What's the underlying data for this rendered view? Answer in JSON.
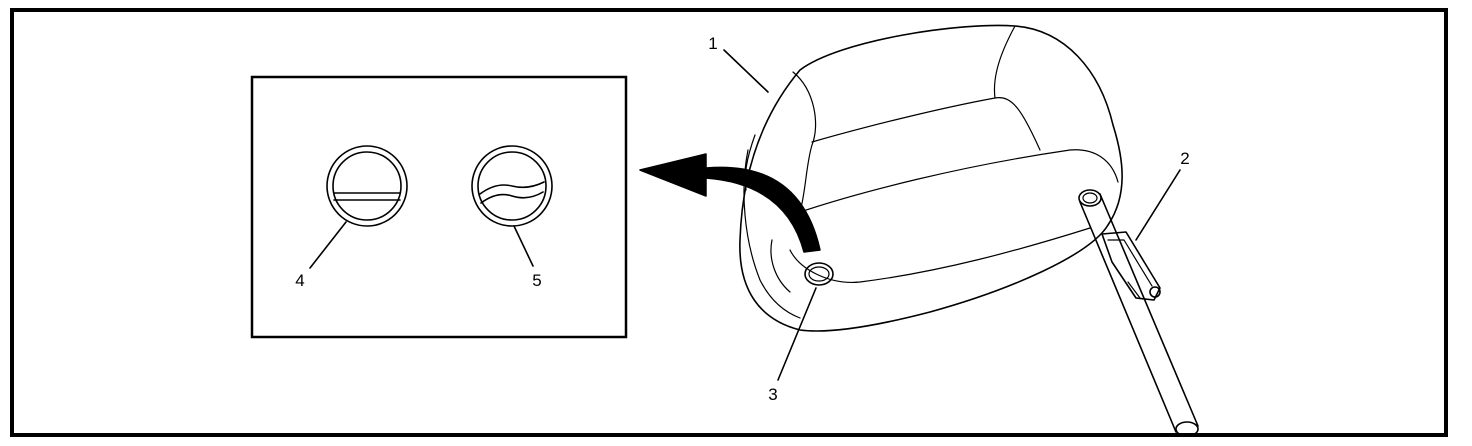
{
  "callouts": {
    "c1": "1",
    "c2": "2",
    "c3": "3",
    "c4": "4",
    "c5": "5"
  },
  "icons": {
    "headrest": "headrest-icon",
    "tool": "release-tool-icon",
    "arrow": "curved-arrow-icon",
    "lock_hole": "lock-hole-icon"
  },
  "colors": {
    "line": "#000000",
    "background": "#ffffff"
  }
}
